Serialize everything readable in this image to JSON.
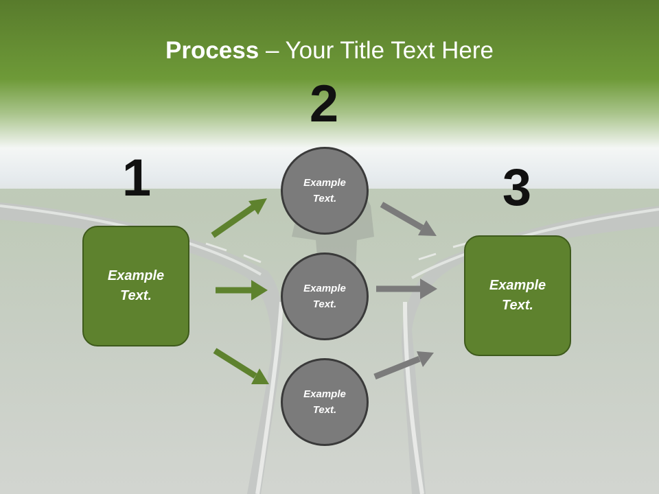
{
  "title": {
    "bold": "Process",
    "rest": " – Your Title Text Here"
  },
  "steps": {
    "one": "1",
    "two": "2",
    "three": "3"
  },
  "left_box": {
    "line1": "Example",
    "line2": "Text."
  },
  "right_box": {
    "line1": "Example",
    "line2": "Text."
  },
  "circles": [
    {
      "line1": "Example",
      "line2": "Text."
    },
    {
      "line1": "Example",
      "line2": "Text."
    },
    {
      "line1": "Example",
      "line2": "Text."
    }
  ],
  "colors": {
    "header_green": "#5e822e",
    "box_green": "#5e822e",
    "arrow_green": "#5e822e",
    "arrow_gray": "#7b7b7b",
    "circle_gray": "#7b7b7b"
  }
}
